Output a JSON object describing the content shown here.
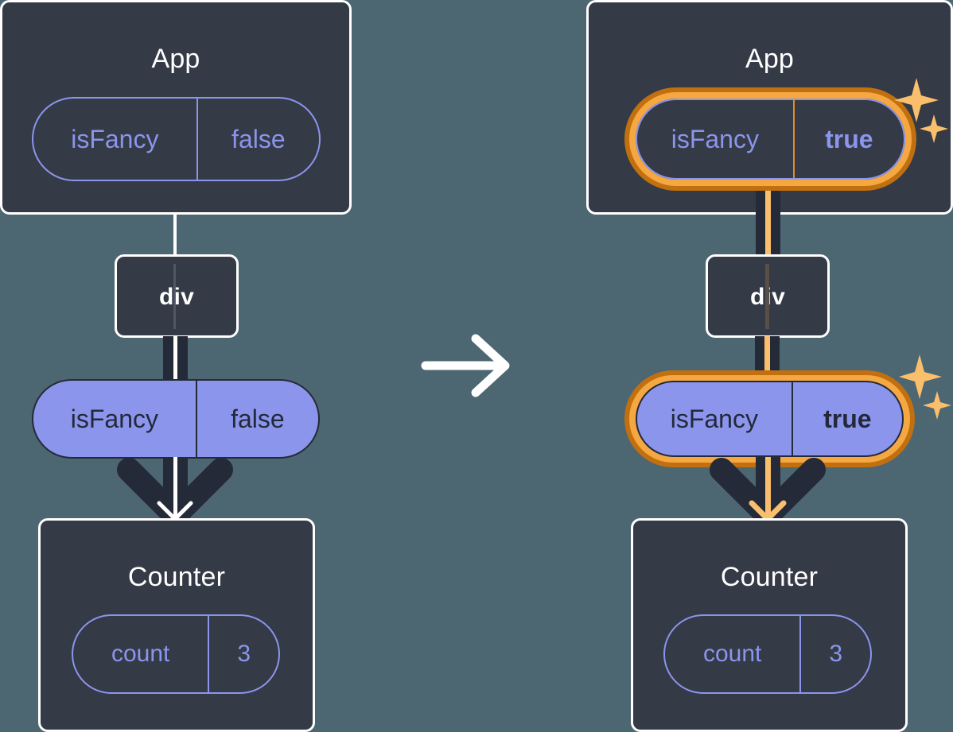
{
  "background_color": "#4C6672",
  "palette": {
    "box_fill": "#343A46",
    "box_border": "#FFFFFF",
    "pill_outline": "#8B95EC",
    "pill_fill": "#8B95EC",
    "pill_text_dark": "#23293A",
    "wire_dark": "#242A38",
    "wire_white": "#FFFFFF",
    "wire_orange": "#FABF6C",
    "highlight_outer": "#C2700F",
    "highlight_inner": "#F5A742",
    "sparkle": "#FABF6C"
  },
  "transition": {
    "icon": "arrow-right-icon",
    "label": "→"
  },
  "panels": [
    {
      "id": "before",
      "name": "before-state-tree",
      "app": {
        "title": "App",
        "state": {
          "key": "isFancy",
          "value": "false",
          "highlighted": false,
          "bold_value": false
        }
      },
      "div": {
        "title": "div"
      },
      "prop": {
        "key": "isFancy",
        "value": "false",
        "highlighted": false,
        "bold_value": false
      },
      "counter": {
        "title": "Counter",
        "state": {
          "key": "count",
          "value": "3",
          "highlighted": false,
          "bold_value": false
        }
      },
      "arrow_color": "#FFFFFF"
    },
    {
      "id": "after",
      "name": "after-state-tree",
      "app": {
        "title": "App",
        "state": {
          "key": "isFancy",
          "value": "true",
          "highlighted": true,
          "bold_value": true
        }
      },
      "div": {
        "title": "div"
      },
      "prop": {
        "key": "isFancy",
        "value": "true",
        "highlighted": true,
        "bold_value": true
      },
      "counter": {
        "title": "Counter",
        "state": {
          "key": "count",
          "value": "3",
          "highlighted": false,
          "bold_value": false
        }
      },
      "arrow_color": "#FABF6C"
    }
  ]
}
